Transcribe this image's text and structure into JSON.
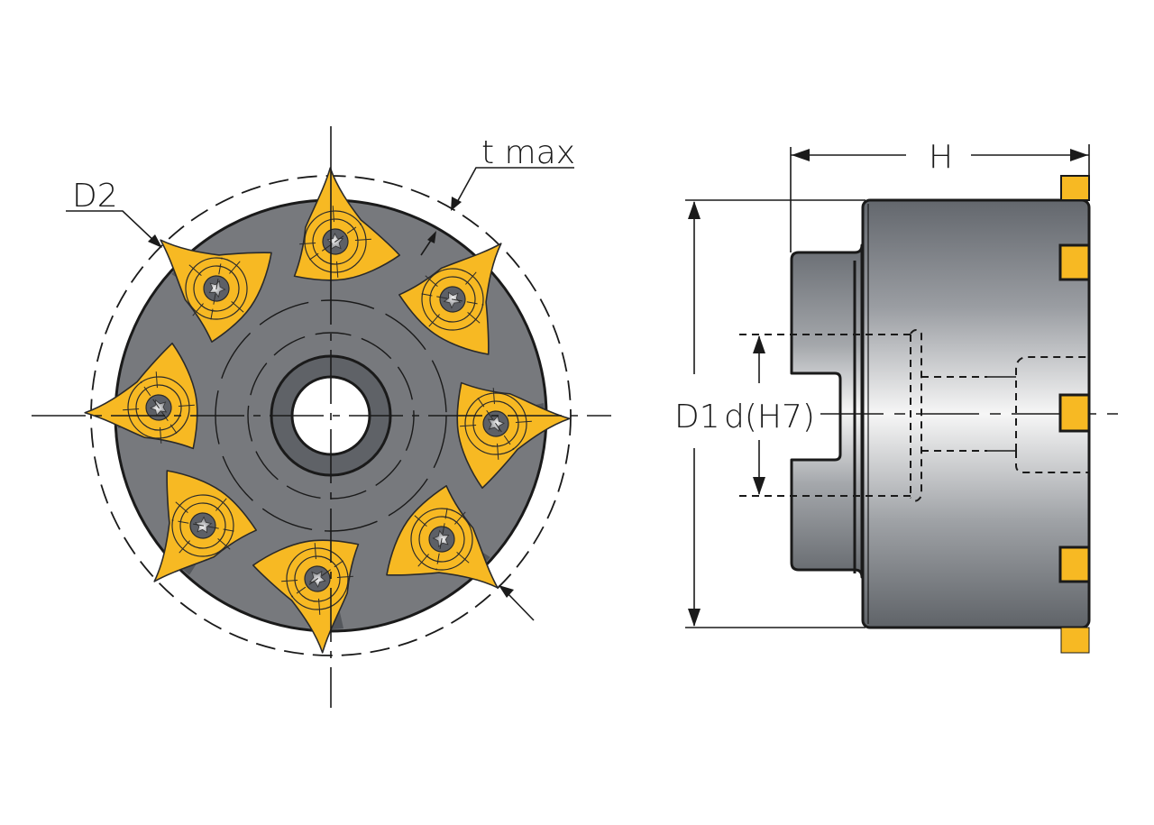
{
  "diagram": {
    "subject": "Thread milling cutter with indexable triangular inserts",
    "front_view": {
      "labels": {
        "d2": "D2",
        "t_max": "t max"
      },
      "insert_count": 8,
      "colors": {
        "body": "#77797d",
        "body_dark": "#5d5f63",
        "insert": "#f7b923",
        "insert_edge": "#2a2a2a",
        "bore": "#ffffff",
        "screw": "#9a9ca0",
        "line": "#1a1a1a"
      }
    },
    "side_view": {
      "labels": {
        "h": "H",
        "d1": "D1",
        "d_h7": "d(H7)"
      },
      "insert_count_visible": 5,
      "colors": {
        "body_light": "#f2f2f2",
        "body_dark": "#666a70",
        "insert": "#f7b923"
      }
    }
  }
}
